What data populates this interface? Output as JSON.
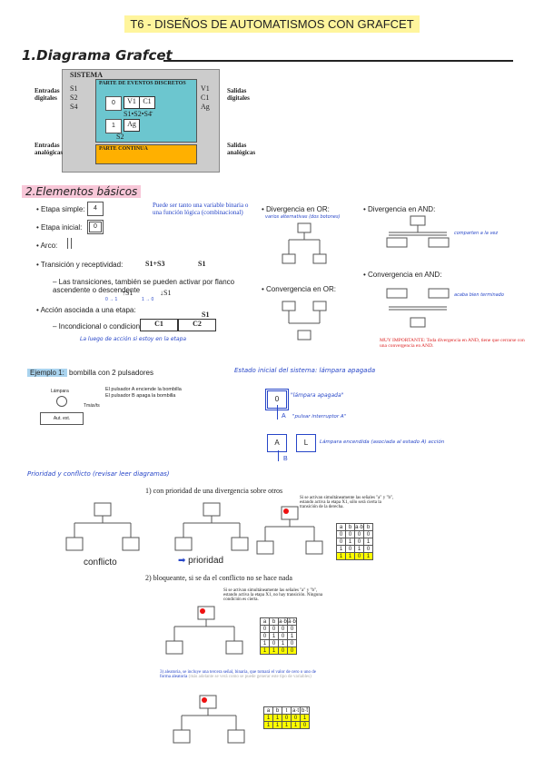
{
  "title": "T6 - DISEÑOS DE AUTOMATISMOS CON GRAFCET",
  "s1": {
    "heading": "1.Diagrama Grafcet",
    "sistema": "SISTEMA",
    "ped": "PARTE DE EVENTOS DISCRETOS",
    "pc": "PARTE CONTINUA",
    "ent_dig": "Entradas digitales",
    "sal_dig": "Salidas digitales",
    "ent_ana": "Entradas analógicas",
    "sal_ana": "Salidas analógicas",
    "in1": "S1",
    "in2": "S2",
    "in3": "S4",
    "out1": "V1",
    "out2": "C1",
    "out3": "Ag",
    "st0": "0",
    "st1": "1",
    "a0a": "V1",
    "a0b": "C1",
    "cond1": "S1•S2•S4̄",
    "a1": "Ag",
    "cond2": "S2"
  },
  "s2": {
    "heading": "2.Elementos básicos",
    "b1": "Etapa simple:",
    "b1v": "4",
    "b2": "Etapa inicial:",
    "b2v": "0",
    "b3": "Arco:",
    "b4": "Transición y receptividad:",
    "b4a": "S1+S3",
    "b4b": "S1",
    "note": "Puede ser tanto una variable binaria o una función lógica (combinacional)",
    "sub1": "Las transiciones, también se pueden activar por flanco ascendente o descendente",
    "up": "↑S1",
    "dn": "↓S1",
    "up_n": "0 → 1",
    "dn_n": "1 → 0",
    "b5": "Acción asociada a una etapa:",
    "sub2": "Incondicional o condicionada",
    "c1": "C1",
    "c2": "C2",
    "s1lbl": "S1",
    "hand1": "La luego de acción si estoy en la etapa",
    "or_div": "Divergencia en OR:",
    "or_div_n": "varios alternativas (dos botones)",
    "and_div": "Divergencia en AND:",
    "and_div_n": "comparten a la vez",
    "or_conv": "Convergencia en OR:",
    "and_conv": "Convergencia en AND:",
    "and_conv_n": "acaba bien terminado",
    "imp": "MUY IMPORTANTE: Toda divergencia en AND, tiene que cerrarse con una convergencia en AND."
  },
  "ej": {
    "label": "Ejemplo 1:",
    "txt": "bombilla con 2 pulsadores",
    "lampara": "Lámpara",
    "desc1": "El pulsador A enciende la bombilla",
    "desc2": "El pulsador B apaga la bombilla",
    "aut": "Aut. ext.",
    "tmax": "Tmáx/ts",
    "estado": "Estado inicial del sistema: lámpara apagada",
    "s0": "0",
    "s0n": "\"lámpara apagada\"",
    "tA": "A",
    "tAn": "\"pulsar interruptor A\"",
    "sA": "A",
    "sL": "L",
    "sLn": "Lámpara encendida (asociada al estado A) acción",
    "tB": "B"
  },
  "pr": {
    "heading": "Prioridad y conflicto (revisar leer diagramas)",
    "p1": "1)    con prioridad de una divergencia sobre otros",
    "conflicto": "conflicto",
    "prioridad": "prioridad",
    "n1": "Si se activan simultáneamente las señales \"a\" y \"b\", estando activa la etapa X1, sólo será cierta la transición de la derecha.",
    "p2": "2)    bloqueante, si se da el conflicto no se hace nada",
    "n2": "Si se activan simultáneamente las señales \"a\" y \"b\", estando activa la etapa X1, no hay transición. Ninguna condición es cierta.",
    "p3": "3)    aleatoria, se incluye una tercera señal, binaria, que tomará el valor de cero o uno de forma aleatoria",
    "p3b": "(más adelante se verá como se puede generar este tipo de variables)",
    "t1h": [
      "a",
      "b",
      "a·b̄",
      "b"
    ],
    "t1": [
      [
        "0",
        "0",
        "0",
        "0"
      ],
      [
        "0",
        "1",
        "0",
        "1"
      ],
      [
        "1",
        "0",
        "1",
        "0"
      ],
      [
        "1",
        "1",
        "0",
        "1"
      ]
    ],
    "t2h": [
      "a",
      "b",
      "a·b̄",
      "ā·b"
    ],
    "t2": [
      [
        "0",
        "0",
        "0",
        "0"
      ],
      [
        "0",
        "1",
        "0",
        "1"
      ],
      [
        "1",
        "0",
        "1",
        "0"
      ],
      [
        "1",
        "1",
        "0",
        "0"
      ]
    ],
    "t3h": [
      "a",
      "b",
      "t",
      "a·t",
      "b·t̄"
    ],
    "t3": [
      [
        "1",
        "1",
        "0",
        "0",
        "1"
      ],
      [
        "1",
        "1",
        "1",
        "1",
        "0"
      ]
    ]
  }
}
